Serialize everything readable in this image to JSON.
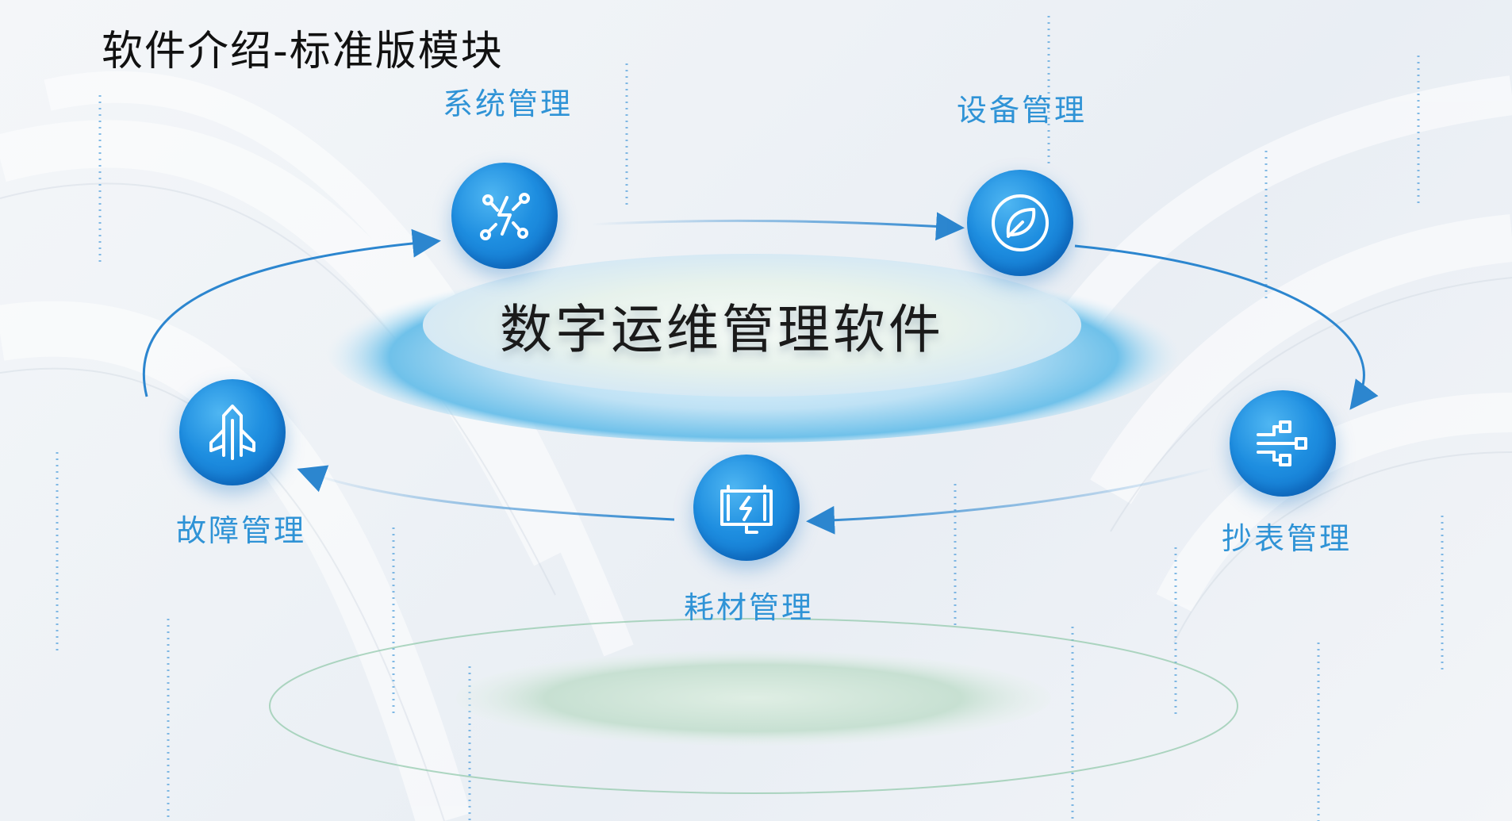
{
  "page_title": "软件介绍-标准版模块",
  "center_title": "数字运维管理软件",
  "modules": {
    "system": "系统管理",
    "device": "设备管理",
    "meter": "抄表管理",
    "consumables": "耗材管理",
    "fault": "故障管理"
  },
  "colors": {
    "accent": "#1e8ee0",
    "label": "#2f93d6",
    "arrow": "#2c86cf"
  }
}
